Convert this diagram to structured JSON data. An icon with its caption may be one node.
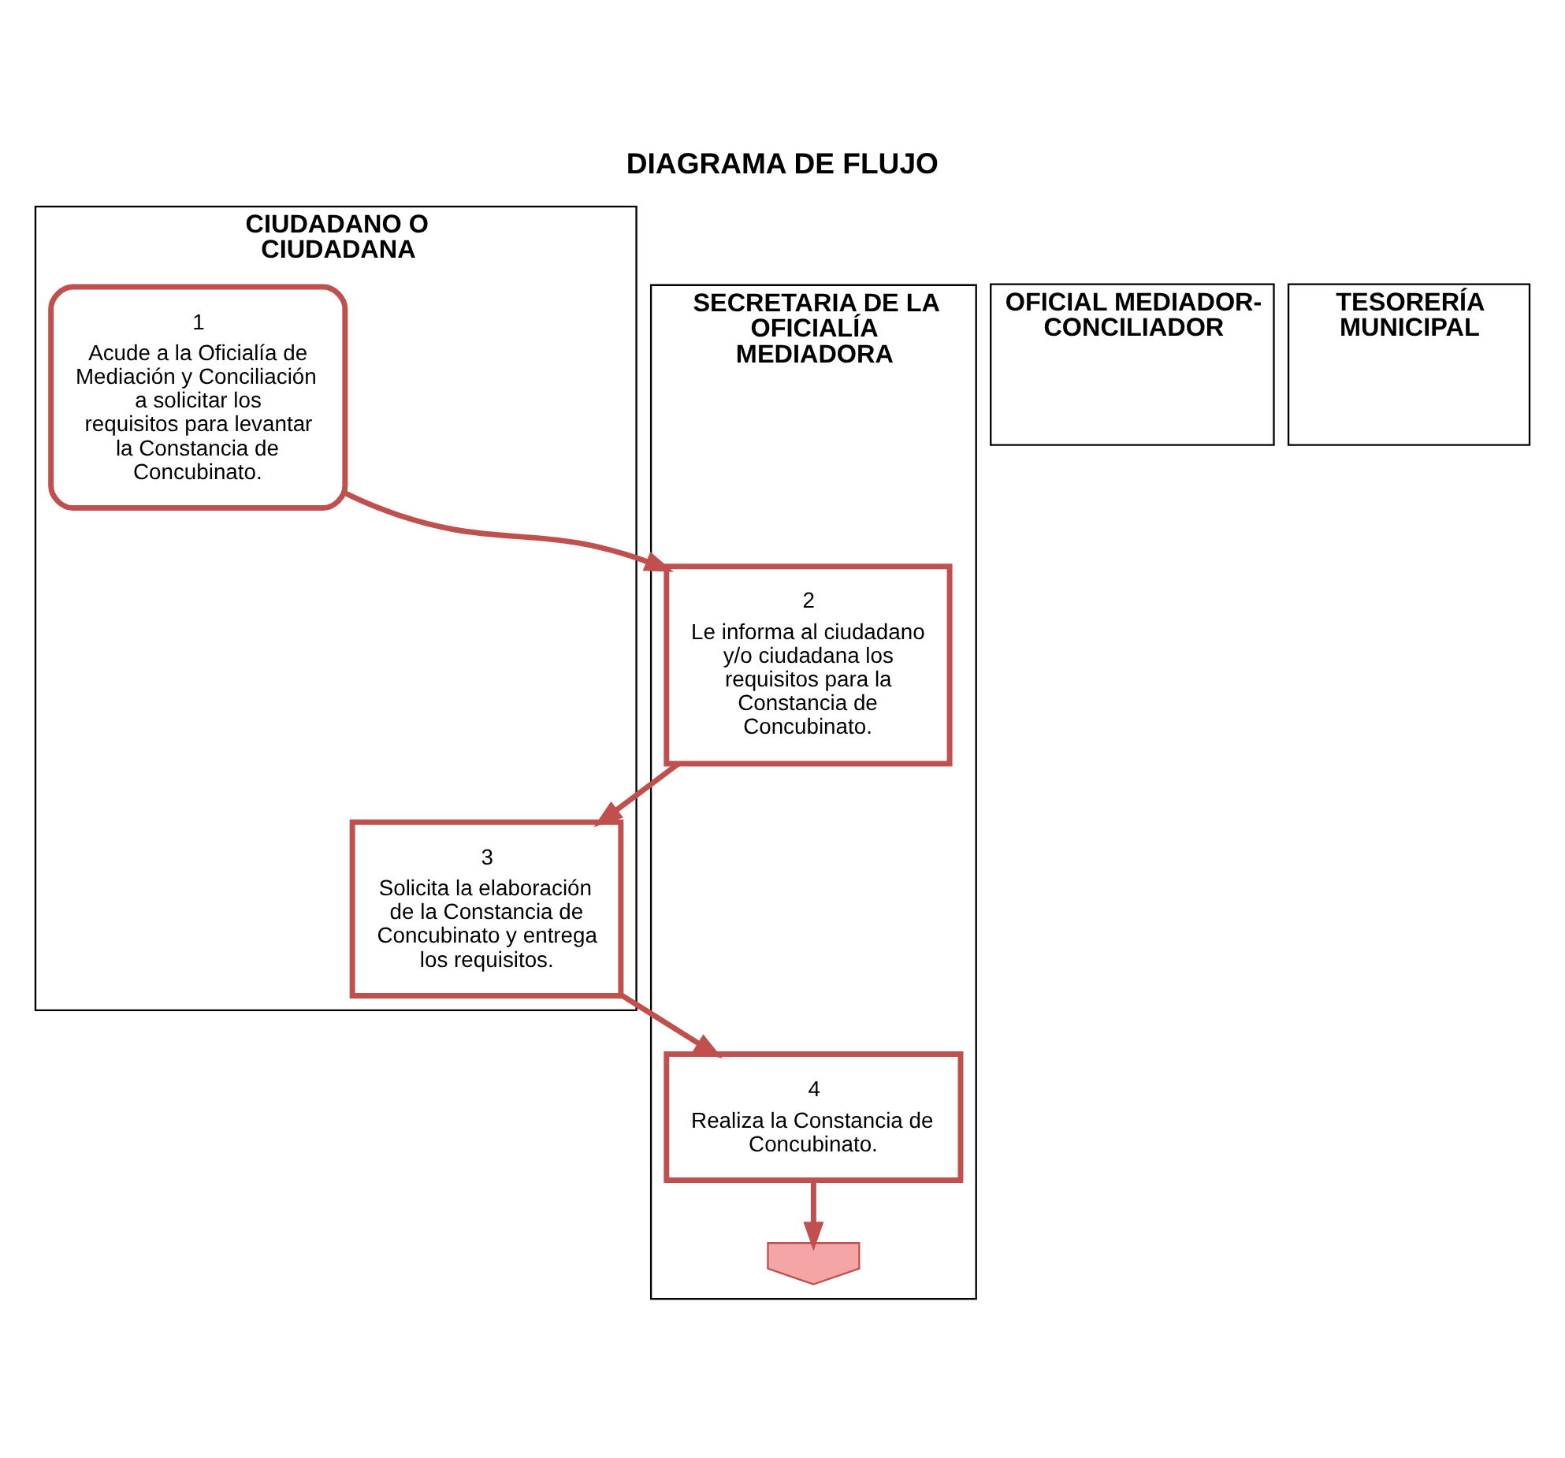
{
  "diagram": {
    "title": "DIAGRAMA DE FLUJO",
    "nodes": [
      {
        "text": [
          "CIUDADANO O CIUDADANA"
        ]
      },
      {
        "text": [
          "SECRETARIA DE LA OFICIALÍA MEDIADORA"
        ]
      },
      {
        "text": [
          "OFICIAL MEDIADOR-CONCILIADOR"
        ]
      },
      {
        "text": [
          "TESORERÍA MUNICIPAL"
        ]
      },
      {
        "text": [
          "1",
          "Acude a la Oficialía de Mediación y Conciliación a solicitar los requisitos para levantar la Constancia de Concubinato."
        ],
        "in": 0
      },
      {
        "text": [
          "2",
          "Le informa al ciudadano y/o ciudadana los requisitos para la Constancia de Concubinato."
        ],
        "in": 1
      },
      {
        "text": [
          "3",
          "Solicita la elaboración de la Constancia de Concubinato y entrega los requisitos."
        ],
        "in": 0
      },
      {
        "text": [
          "4",
          "Realiza la Constancia de Concubinato."
        ],
        "in": 1
      },
      {
        "text": [],
        "shape": "pentagon",
        "in": 1
      }
    ],
    "edges": [
      {
        "from": 4,
        "to": 5,
        "arrow": "to"
      },
      {
        "from": 5,
        "to": 6,
        "arrow": "to"
      },
      {
        "from": 6,
        "to": 7,
        "arrow": "to"
      },
      {
        "from": 7,
        "to": 8,
        "arrow": "to"
      }
    ]
  }
}
